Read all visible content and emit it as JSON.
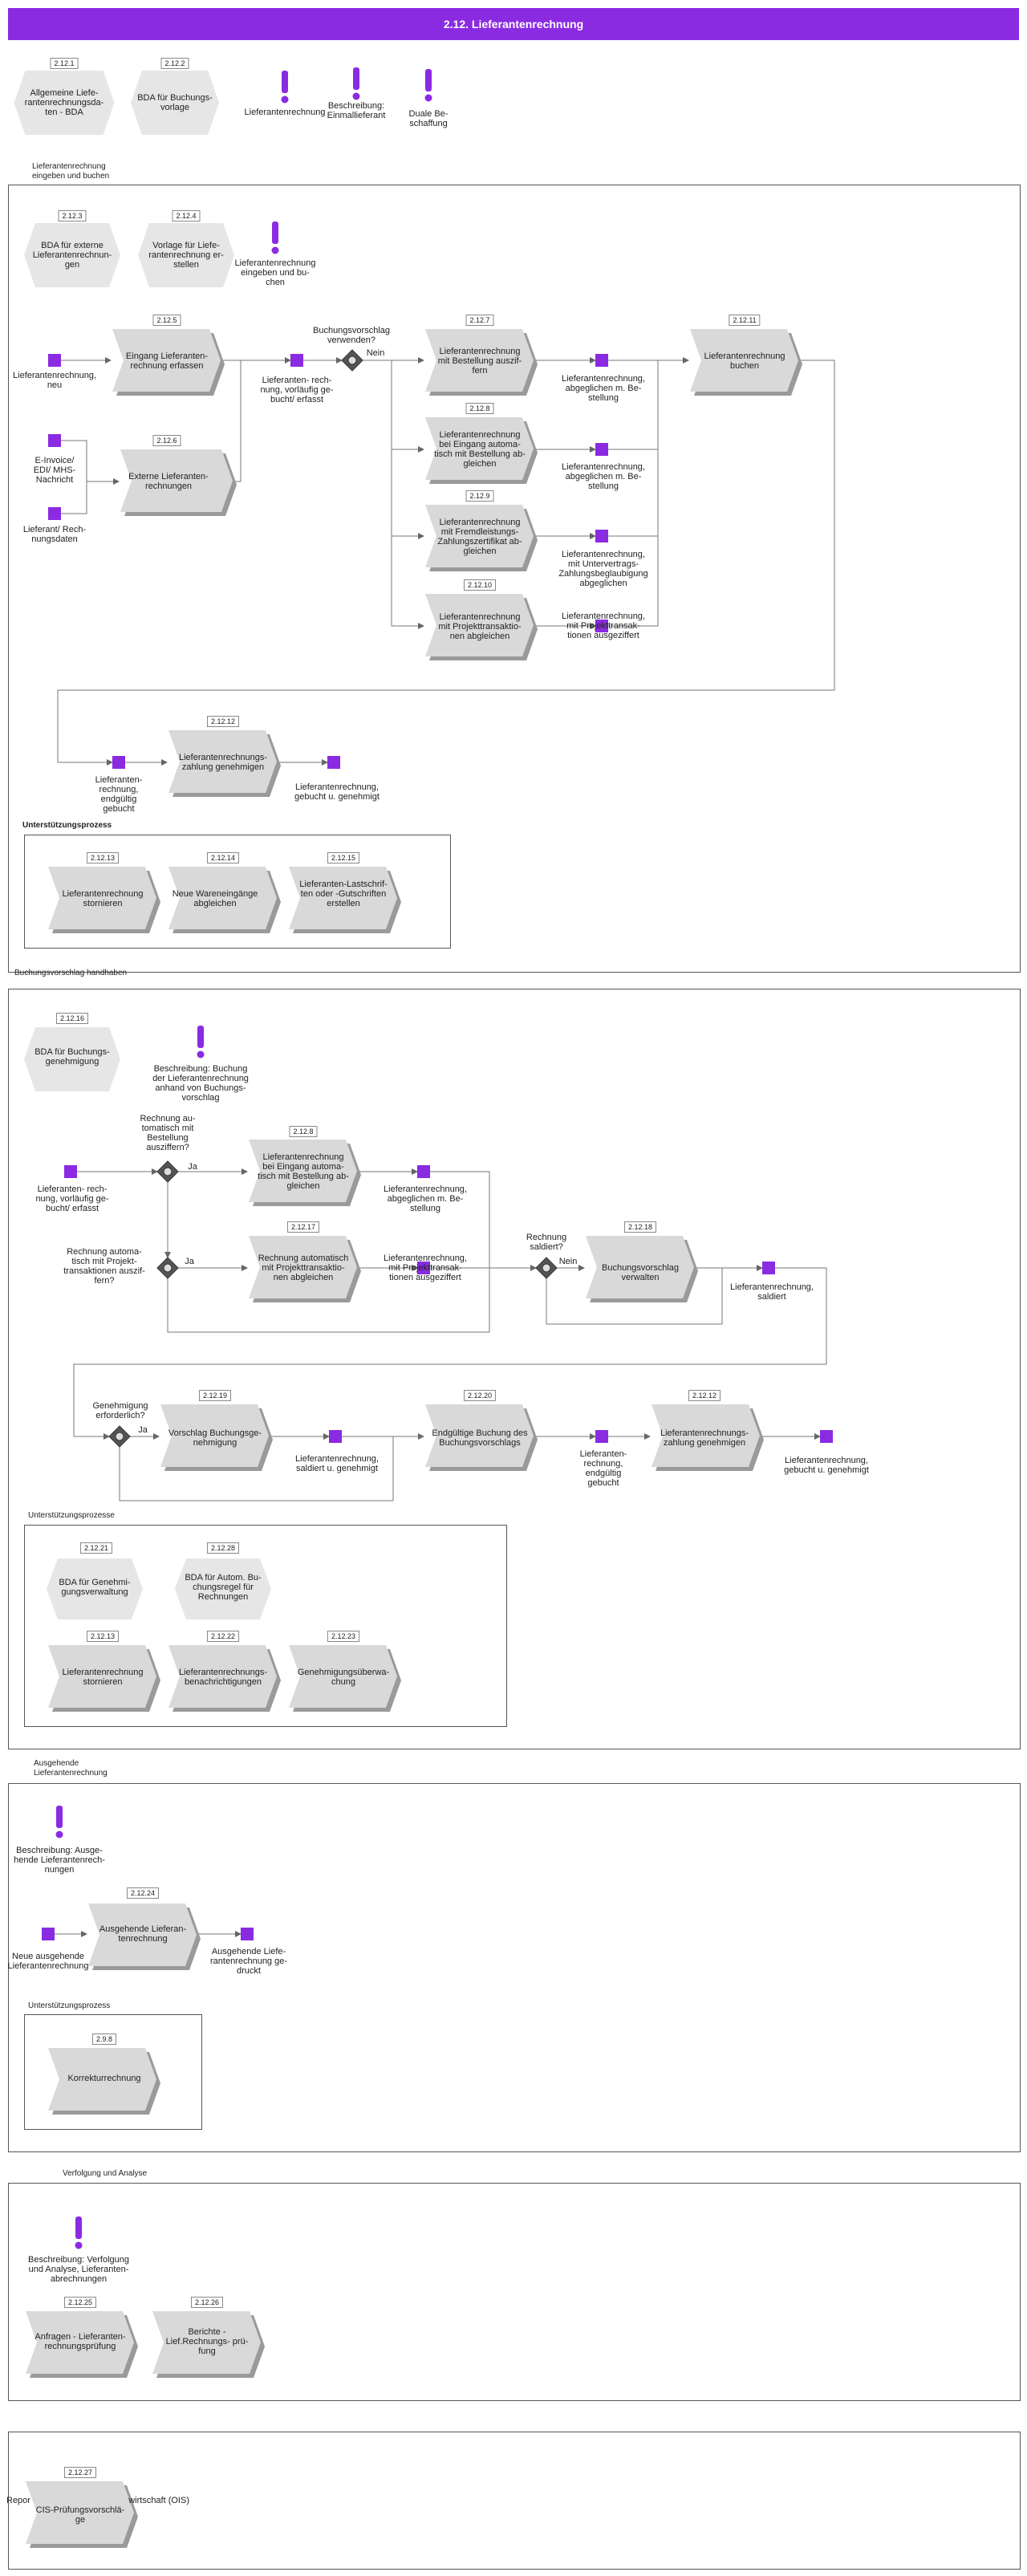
{
  "header": {
    "title": "2.12. Lieferantenrechnung"
  },
  "top": {
    "codes": [
      "2.12.1",
      "2.12.2"
    ],
    "items": [
      "Allgemeine Liefe-\nrantenrechnungsda-\nten - BDA",
      "BDA für Buchungs-\nvorlage",
      "Lieferantenrechnung",
      "Beschreibung:\nEinmallieferant",
      "Duale Be-\nschaffung"
    ]
  },
  "sections": {
    "s1": "Lieferantenrechnung\neingeben und buchen",
    "s2": "Buchungsvorschlag handhaben",
    "s3": "Ausgehende\nLieferantenrechnung",
    "s4": "Verfolgung und Analyse",
    "support": "Unterstützungsprozesse",
    "support_bold": "Unterstützungsprozess",
    "support3": "Unterstützungsprozess"
  },
  "s1": {
    "codes": [
      "2.12.3",
      "2.12.4",
      "2.12.5",
      "2.12.6",
      "2.12.7",
      "2.12.8",
      "2.12.9",
      "2.12.10",
      "2.12.11",
      "2.12.12",
      "2.12.13",
      "2.12.14",
      "2.12.15"
    ],
    "bda_extern": "BDA für externe\nLieferantenrechnun-\ngen",
    "vorlage": "Vorlage für Liefe-\nrantenrechnung er-\nstellen",
    "desc": "Lieferantenrechnung\neingeben und bu-\nchen",
    "ev_neu": "Lieferantenrechnung,\nneu",
    "ev_einvoice": "E-Invoice/\nEDI/ MHS-\nNachricht",
    "ev_rechdaten": "Lieferant/ Rech-\nnungsdaten",
    "p_eingang": "Eingang Lieferanten-\nrechnung erfassen",
    "p_extern": "Externe Lieferanten-\nrechnungen",
    "ev_vorlaeufig": "Lieferanten- rech-\nnung, vorläufig ge-\nbucht/ erfasst",
    "gw": "Buchungsvorschlag\nverwenden?",
    "nein": "Nein",
    "p_best": "Lieferantenrechnung\nmit Bestellung auszif-\nfern",
    "p_best_auto": "Lieferantenrechnung\nbei Eingang automa-\ntisch mit Bestellung ab-\ngleichen",
    "p_fremd": "Lieferantenrechnung\nmit Fremdleistungs-\nZahlungszertifikat ab-\ngleichen",
    "p_projekt": "Lieferantenrechnung\nmit Projekttransaktio-\nnen abgleichen",
    "ev_abgl1": "Lieferantenrechnung,\nabgeglichen m. Be-\nstellung",
    "ev_abgl2": "Lieferantenrechnung,\nabgeglichen m. Be-\nstellung",
    "ev_unter": "Lieferantenrechnung,\nmit Untervertrags-\nZahlungsbeglaubigung\nabgeglichen",
    "ev_projekt": "Lieferantenrechnung,\nmit Projekttransak-\ntionen ausgeziffert",
    "p_buchen": "Lieferantenrechnung\nbuchen",
    "ev_endg": "Lieferanten-\nrechnung,\nendgültig\ngebucht",
    "p_genehmigen": "Lieferantenrechnungs-\nzahlung genehmigen",
    "ev_genehmigt": "Lieferantenrechnung,\ngebucht u. genehmigt",
    "sup_stornieren": "Lieferantenrechnung\nstornieren",
    "sup_waren": "Neue Wareneingänge\nabgleichen",
    "sup_lastschrift": "Lieferanten-Lastschrif-\nten oder -Gutschriften\nerstellen"
  },
  "s2": {
    "codes": [
      "2.12.16",
      "2.12.8",
      "2.12.17",
      "2.12.18",
      "2.12.19",
      "2.12.20",
      "2.12.12",
      "2.12.21",
      "2.12.28",
      "2.12.13",
      "2.12.22",
      "2.12.23"
    ],
    "bda": "BDA für Buchungs-\ngenehmigung",
    "desc": "Beschreibung: Buchung\nder Lieferantenrechnung\nanhand von Buchungs-\nvorschlag",
    "ev_start": "Lieferanten- rech-\nnung, vorläufig ge-\nbucht/ erfasst",
    "gw1": "Rechnung au-\ntomatisch mit\nBestellung\nausziffern?",
    "gw2": "Rechnung automa-\ntisch mit Projekt-\ntransaktionen auszif-\nfern?",
    "ja": "Ja",
    "p_auto": "Lieferantenrechnung\nbei Eingang automa-\ntisch mit Bestellung ab-\ngleichen",
    "p_proj": "Rechnung automatisch\nmit Projekttransaktio-\nnen abgleichen",
    "ev_abgl": "Lieferantenrechnung,\nabgeglichen m. Be-\nstellung",
    "ev_proj": "Lieferantenrechnung,\nmit Projekttransak-\ntionen ausgeziffert",
    "gw3": "Rechnung\nsaldiert?",
    "nein": "Nein",
    "p_verwalten": "Buchungsvorschlag\nverwalten",
    "ev_saldiert": "Lieferantenrechnung,\nsaldiert",
    "gw4": "Genehmigung\nerforderlich?",
    "p_vorschlag": "Vorschlag Buchungsge-\nnehmigung",
    "ev_sald_gen": "Lieferantenrechnung,\nsaldiert u. genehmigt",
    "p_endg": "Endgültige Buchung des\nBuchungsvorschlags",
    "ev_endg": "Lieferanten-\nrechnung,\nendgültig\ngebucht",
    "p_zahlung": "Lieferantenrechnungs-\nzahlung genehmigen",
    "ev_final": "Lieferantenrechnung,\ngebucht u. genehmigt",
    "sup_bda_gen": "BDA für Genehmi-\ngungsverwaltung",
    "sup_bda_auto": "BDA für Autom. Bu-\nchungsregel für\nRechnungen",
    "sup_storno": "Lieferantenrechnung\nstornieren",
    "sup_benach": "Lieferantenrechnungs-\nbenachrichtigungen",
    "sup_ueberw": "Genehmigungsüberwa-\nchung"
  },
  "s3": {
    "codes": [
      "2.12.24",
      "2.9.8"
    ],
    "desc": "Beschreibung: Ausge-\nhende Lieferantenrech-\nnungen",
    "ev_neu": "Neue ausgehende\nLieferantenrechnung",
    "p_ausgehend": "Ausgehende Lieferan-\ntenrechnung",
    "ev_gedruckt": "Ausgehende Liefe-\nrantenrechnung ge-\ndruckt",
    "sup_korrektur": "Korrekturrechnung"
  },
  "s4": {
    "codes": [
      "2.12.25",
      "2.12.26"
    ],
    "desc": "Beschreibung: Verfolgung\nund Analyse, Lieferanten-\nabrechnungen",
    "p_anfragen": "Anfragen - Lieferanten-\nrechnungsprüfung",
    "p_berichte": "Berichte -\nLief.Rechnungs- prü-\nfung"
  },
  "s5": {
    "codes": [
      "2.12.27"
    ],
    "overlay": "Repor                                        wirtschaft (OIS)",
    "p_cis": "CIS-Prüfungsvorschlä-\nge"
  },
  "colors": {
    "accent": "#8a2be2",
    "shape": "#d9d9d9",
    "shadow": "#9a9a9a",
    "line": "#666666"
  }
}
